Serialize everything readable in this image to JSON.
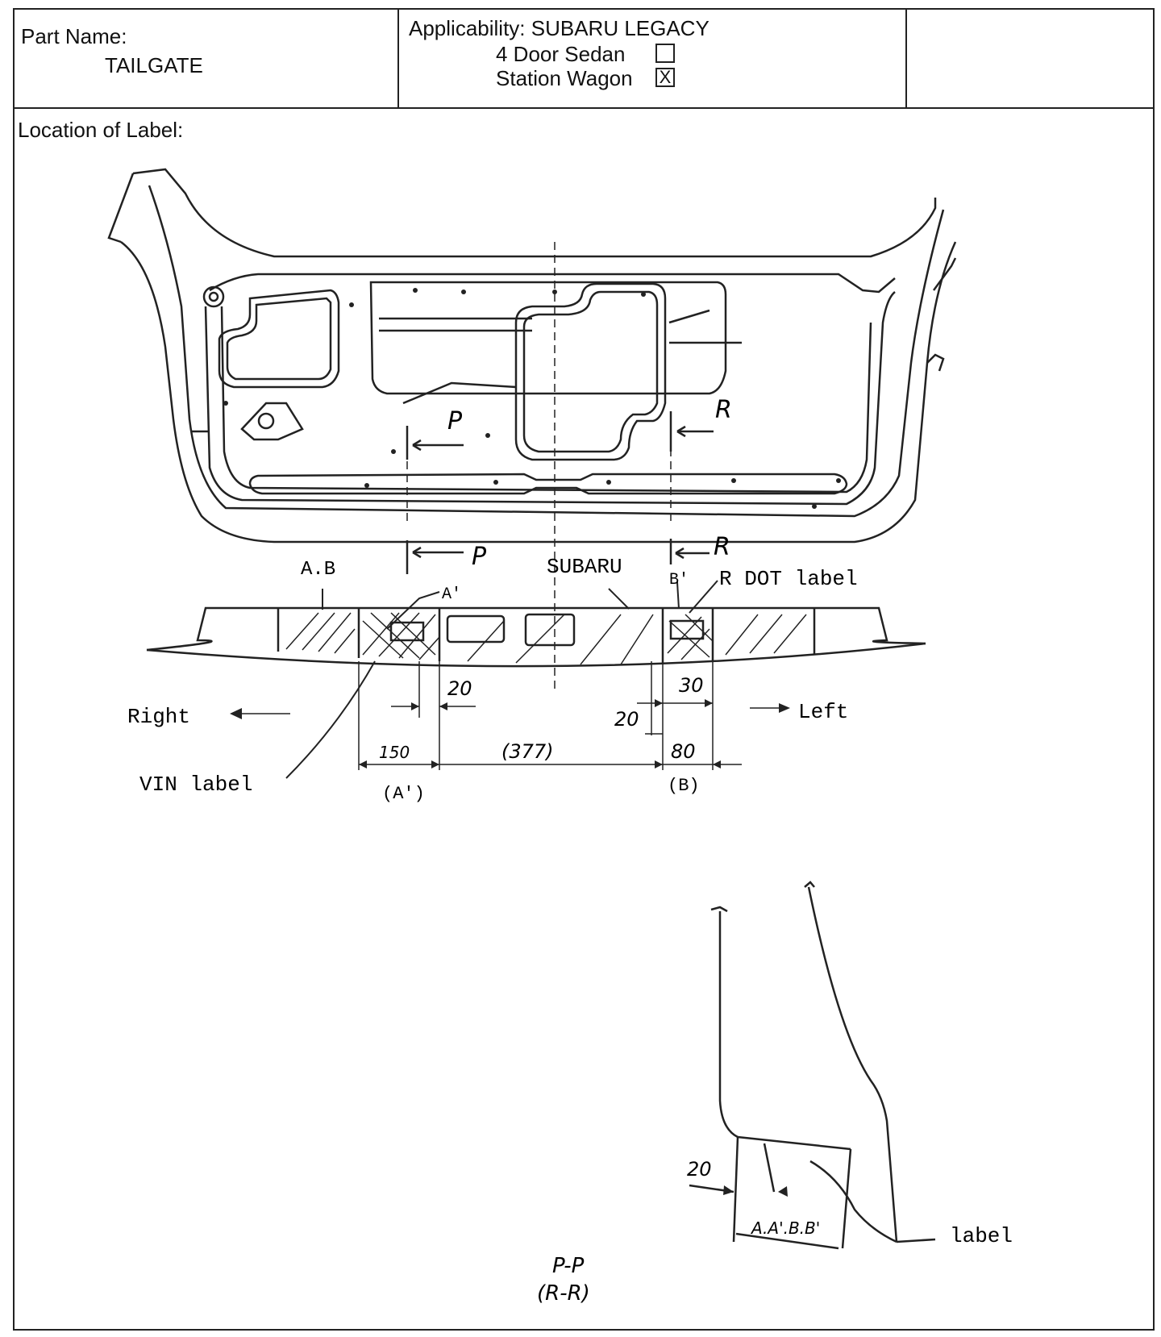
{
  "header": {
    "part_name_label": "Part Name:",
    "part_name_value": "TAILGATE",
    "applicability_label": "Applicability:  SUBARU  LEGACY",
    "options": [
      {
        "label": "4  Door  Sedan",
        "checked": false,
        "mark": ""
      },
      {
        "label": "Station  Wagon",
        "checked": true,
        "mark": "X"
      }
    ]
  },
  "location_label": "Location  of  Label:",
  "diagram": {
    "section_p": "P",
    "section_r": "R",
    "label_ab": "A.B",
    "label_a_prime": "A'",
    "label_b_prime": "B'",
    "label_subaru": "SUBARU",
    "label_r_dot": "R  DOT  label",
    "label_right": "Right",
    "label_left": "Left",
    "label_vin": "VIN  label",
    "dim_20_a": "20",
    "dim_30": "30",
    "dim_20_b": "20",
    "dim_150": "150",
    "dim_377": "(377)",
    "dim_80": "80",
    "ref_a_prime": "(A')",
    "ref_b": "(B)",
    "detail_dim_20": "20",
    "detail_labels": "A.A'.B.B'",
    "detail_label": "label",
    "section_title": "P-P",
    "section_subtitle": "(R-R)"
  }
}
